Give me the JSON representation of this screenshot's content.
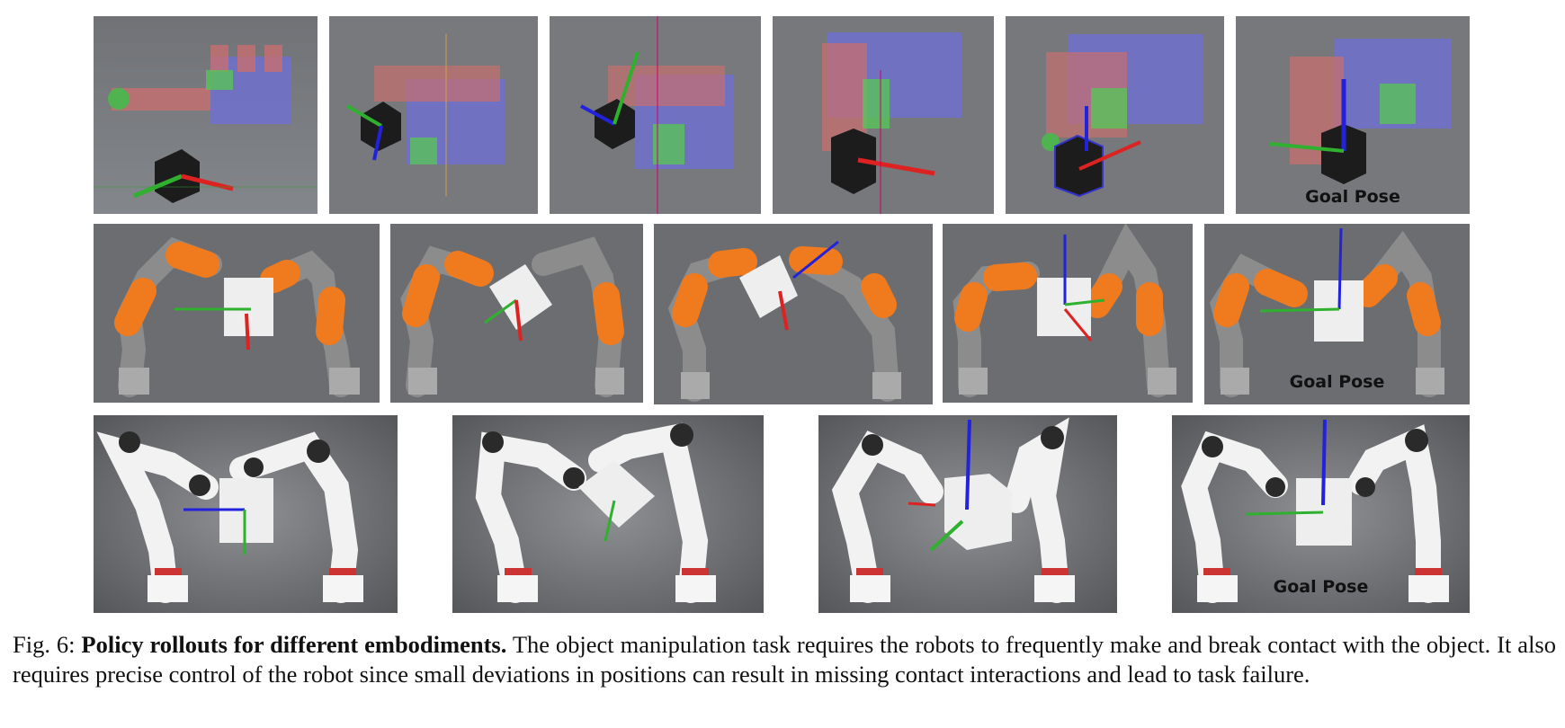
{
  "figure": {
    "goal_label": "Goal Pose",
    "rows": [
      {
        "name": "allegro-hand-row",
        "panel_count": 6
      },
      {
        "name": "kuka-arms-row",
        "panel_count": 5
      },
      {
        "name": "franka-arms-row",
        "panel_count": 4
      }
    ]
  },
  "caption": {
    "label": "Fig. 6:",
    "title": "Policy rollouts for different embodiments.",
    "body": "The object manipulation task requires the robots to frequently make and break contact with the object. It also requires precise control of the robot since small deviations in positions can result in missing contact interactions and lead to task failure."
  }
}
